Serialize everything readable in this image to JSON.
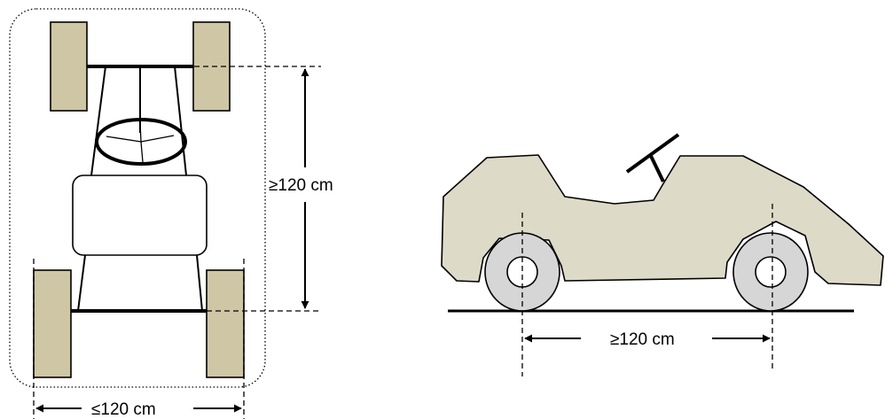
{
  "top_view": {
    "wheelbase_label": "≥120 cm",
    "track_label": "≤120 cm"
  },
  "side_view": {
    "wheelbase_label": "≥120 cm"
  },
  "colors": {
    "tire": "#cec6a5",
    "body": "#dedac8",
    "wheel": "#d6d6d6",
    "line": "#000000"
  },
  "icons": {
    "steering_wheel": "steering-wheel-icon"
  }
}
